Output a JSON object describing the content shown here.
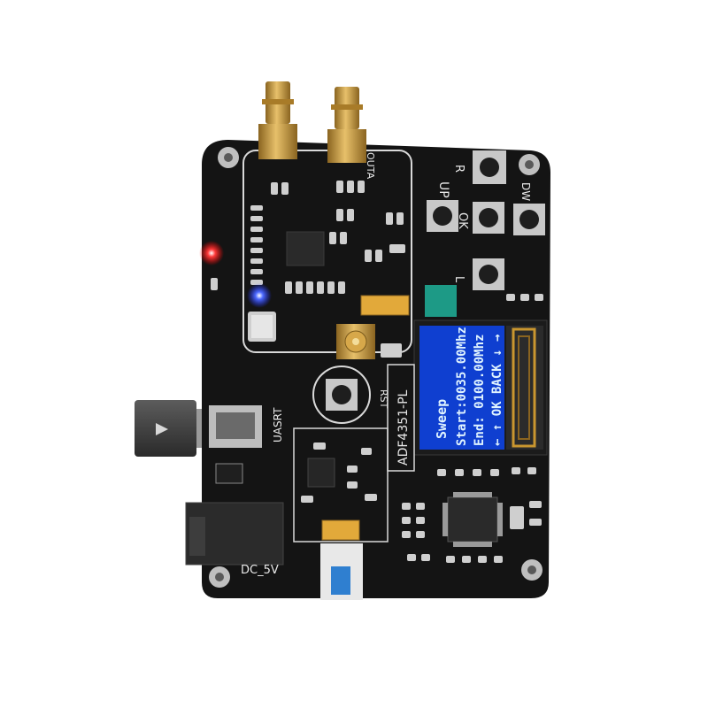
{
  "board": {
    "model_label": "ADF4351-PL",
    "port_out_a": "OUTA",
    "port_uart": "UASRT",
    "power_label": "DC_5V",
    "reset_label": "RST",
    "btn_up": "UP",
    "btn_ok": "OK",
    "btn_r": "R",
    "btn_l": "L",
    "btn_dw": "DW"
  },
  "oled": {
    "line1": "Sweep",
    "line2": "Start:0035.00Mhz",
    "line3": "End:  0100.00Mhz",
    "line4": "← ↑ OK BACK ↓ →"
  },
  "colors": {
    "pcb": "#141414",
    "gold": "#c9962f",
    "display_blue": "#0f3fd0",
    "led_red": "#ff2a2a",
    "led_blue": "#3a5cff",
    "teal_pad": "#1d9a86",
    "slide_switch": "#2f7fd0"
  }
}
